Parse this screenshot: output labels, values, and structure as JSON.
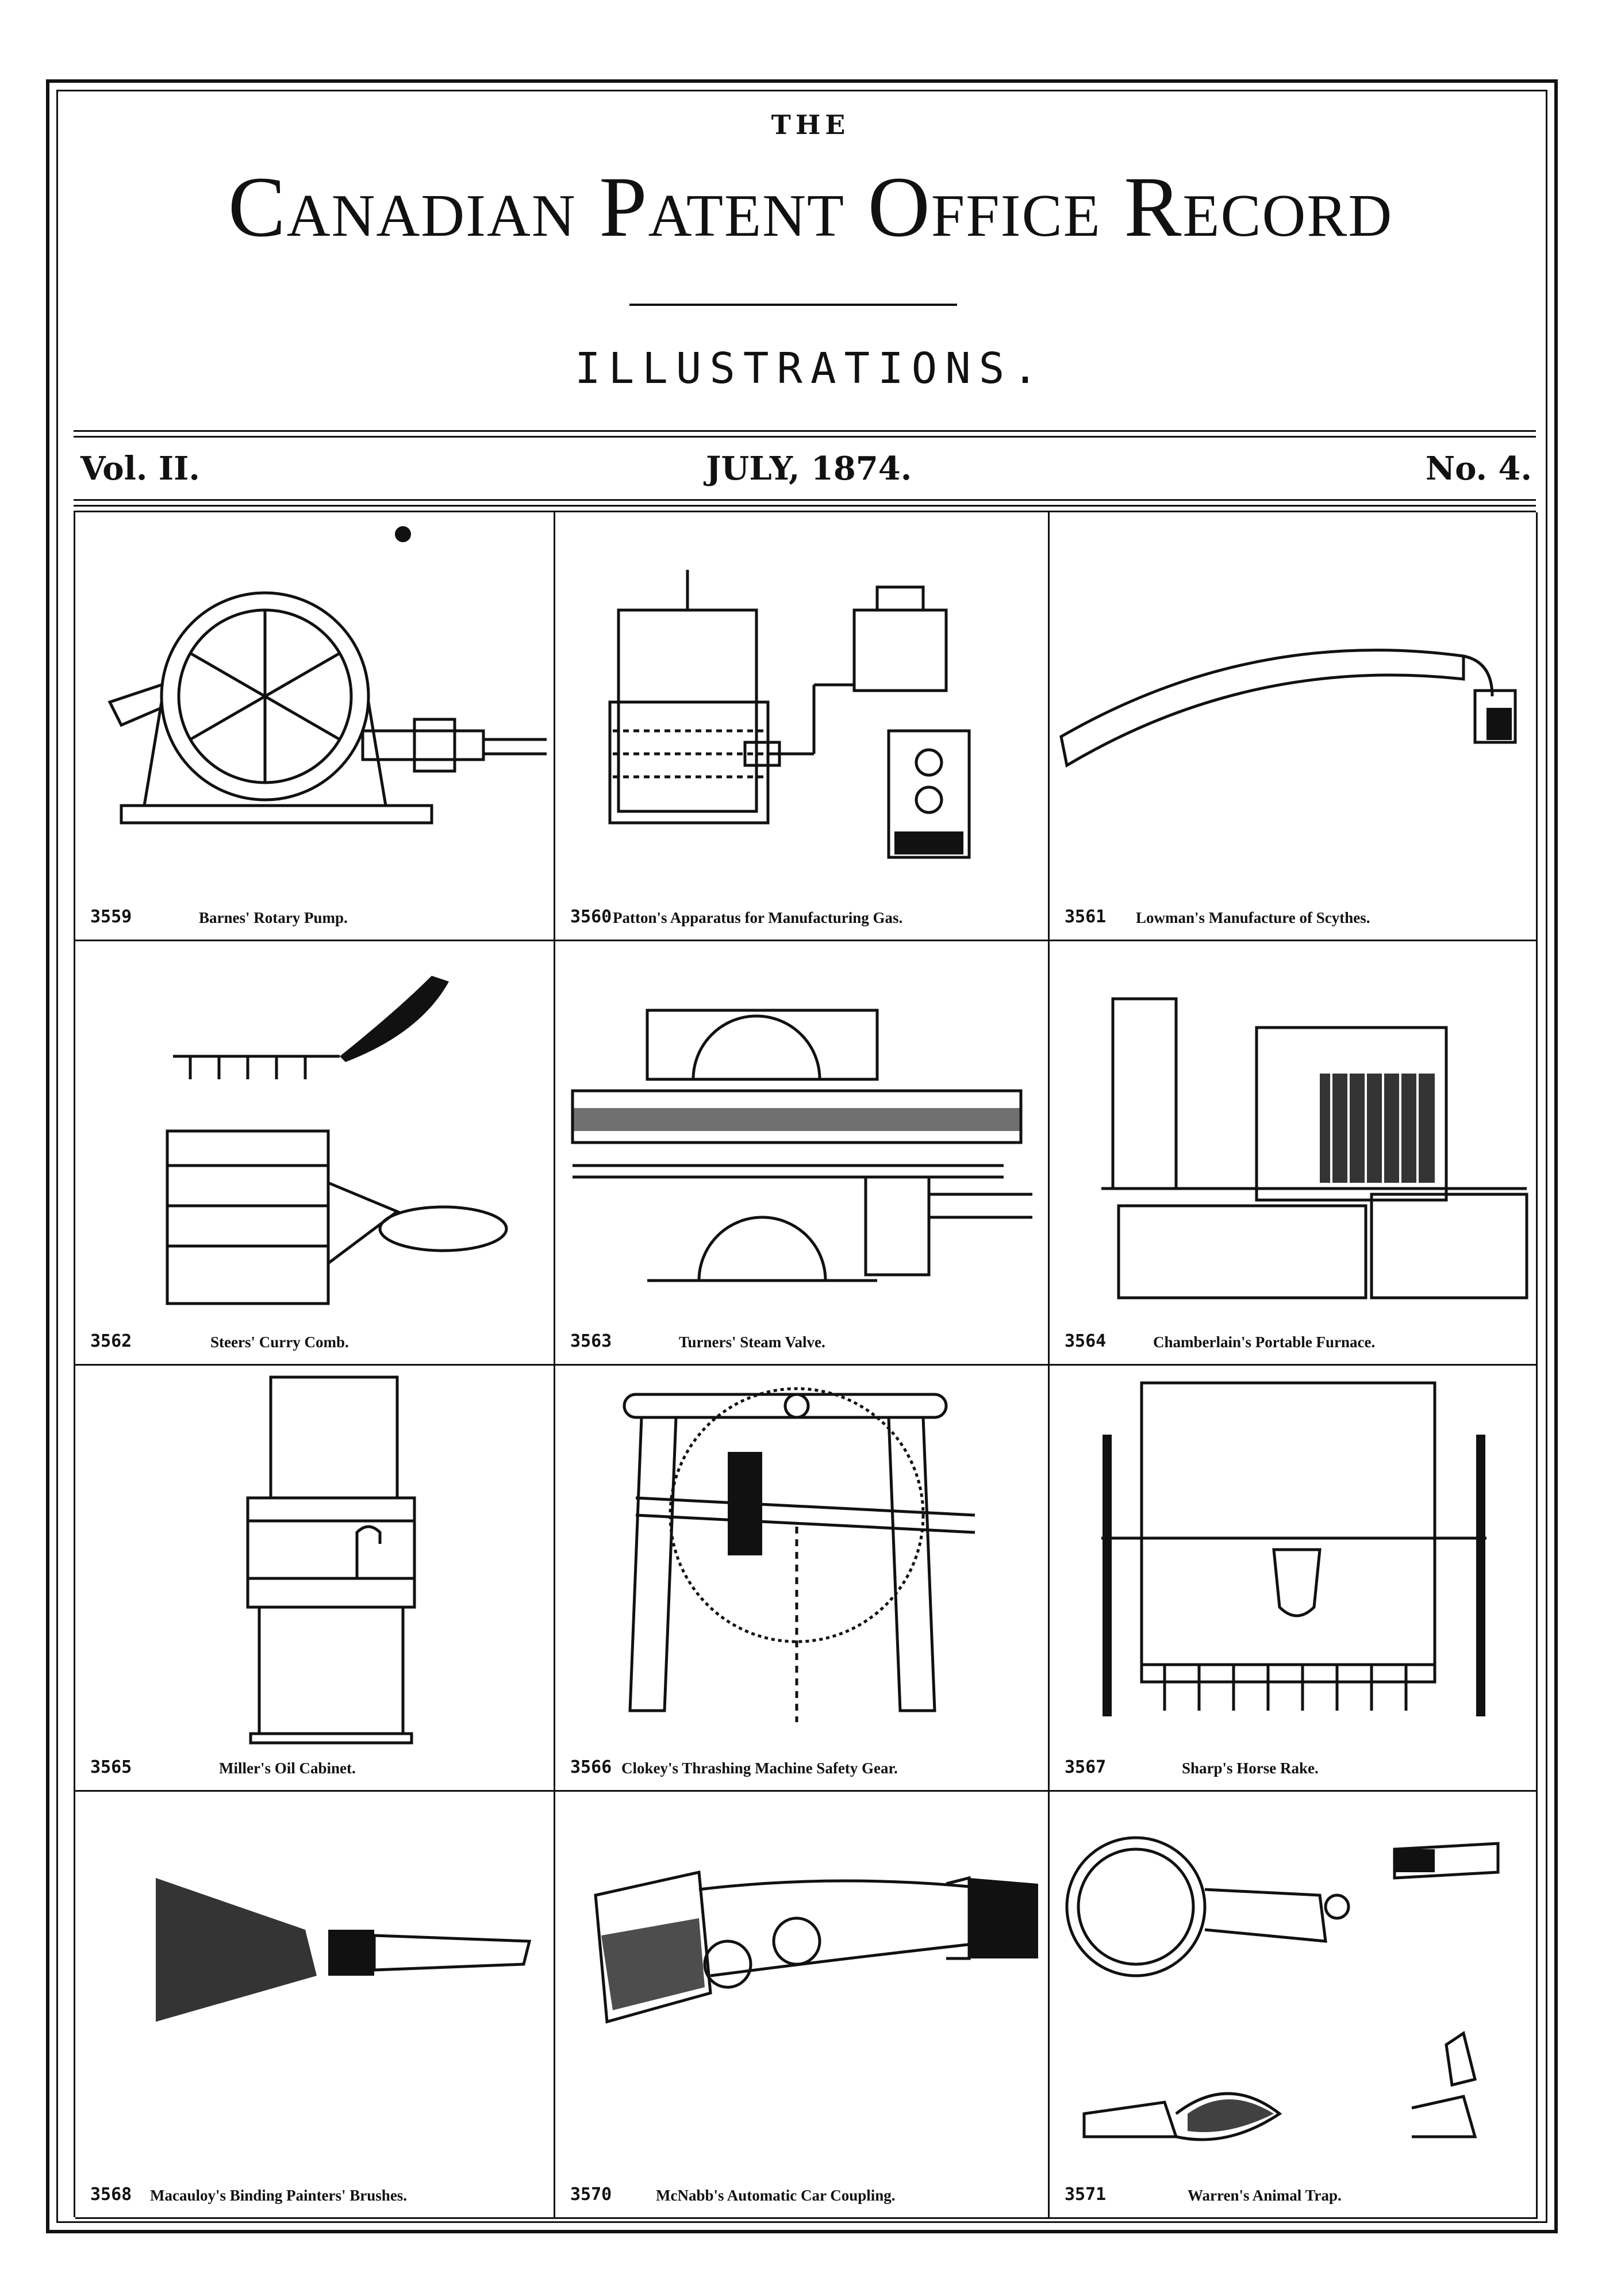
{
  "masthead": {
    "the": "THE",
    "title": "Canadian Patent Office Record",
    "subtitle": "ILLUSTRATIONS."
  },
  "issue": {
    "volume": "Vol. II.",
    "date": "JULY, 1874.",
    "number": "No. 4."
  },
  "patents": [
    {
      "number": "3559",
      "title": "Barnes' Rotary Pump."
    },
    {
      "number": "3560",
      "title": "Patton's Apparatus for Manufacturing Gas."
    },
    {
      "number": "3561",
      "title": "Lowman's Manufacture of Scythes."
    },
    {
      "number": "3562",
      "title": "Steers' Curry Comb."
    },
    {
      "number": "3563",
      "title": "Turners' Steam Valve."
    },
    {
      "number": "3564",
      "title": "Chamberlain's Portable Furnace."
    },
    {
      "number": "3565",
      "title": "Miller's Oil Cabinet."
    },
    {
      "number": "3566",
      "title": "Clokey's Thrashing Machine Safety Gear."
    },
    {
      "number": "3567",
      "title": "Sharp's Horse Rake."
    },
    {
      "number": "3568",
      "title": "Macauloy's Binding Painters' Brushes."
    },
    {
      "number": "3570",
      "title": "McNabb's Automatic Car Coupling."
    },
    {
      "number": "3571",
      "title": "Warren's Animal Trap."
    }
  ]
}
